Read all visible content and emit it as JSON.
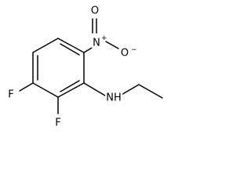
{
  "molecule": {
    "atoms": {
      "nitrogen_nitro": "N",
      "nitro_charge_plus": "+",
      "oxygen_double": "O",
      "oxygen_single": "O",
      "oxygen_charge_minus": "−",
      "fluorine_left": "F",
      "fluorine_bottom": "F",
      "amine": "NH"
    }
  }
}
